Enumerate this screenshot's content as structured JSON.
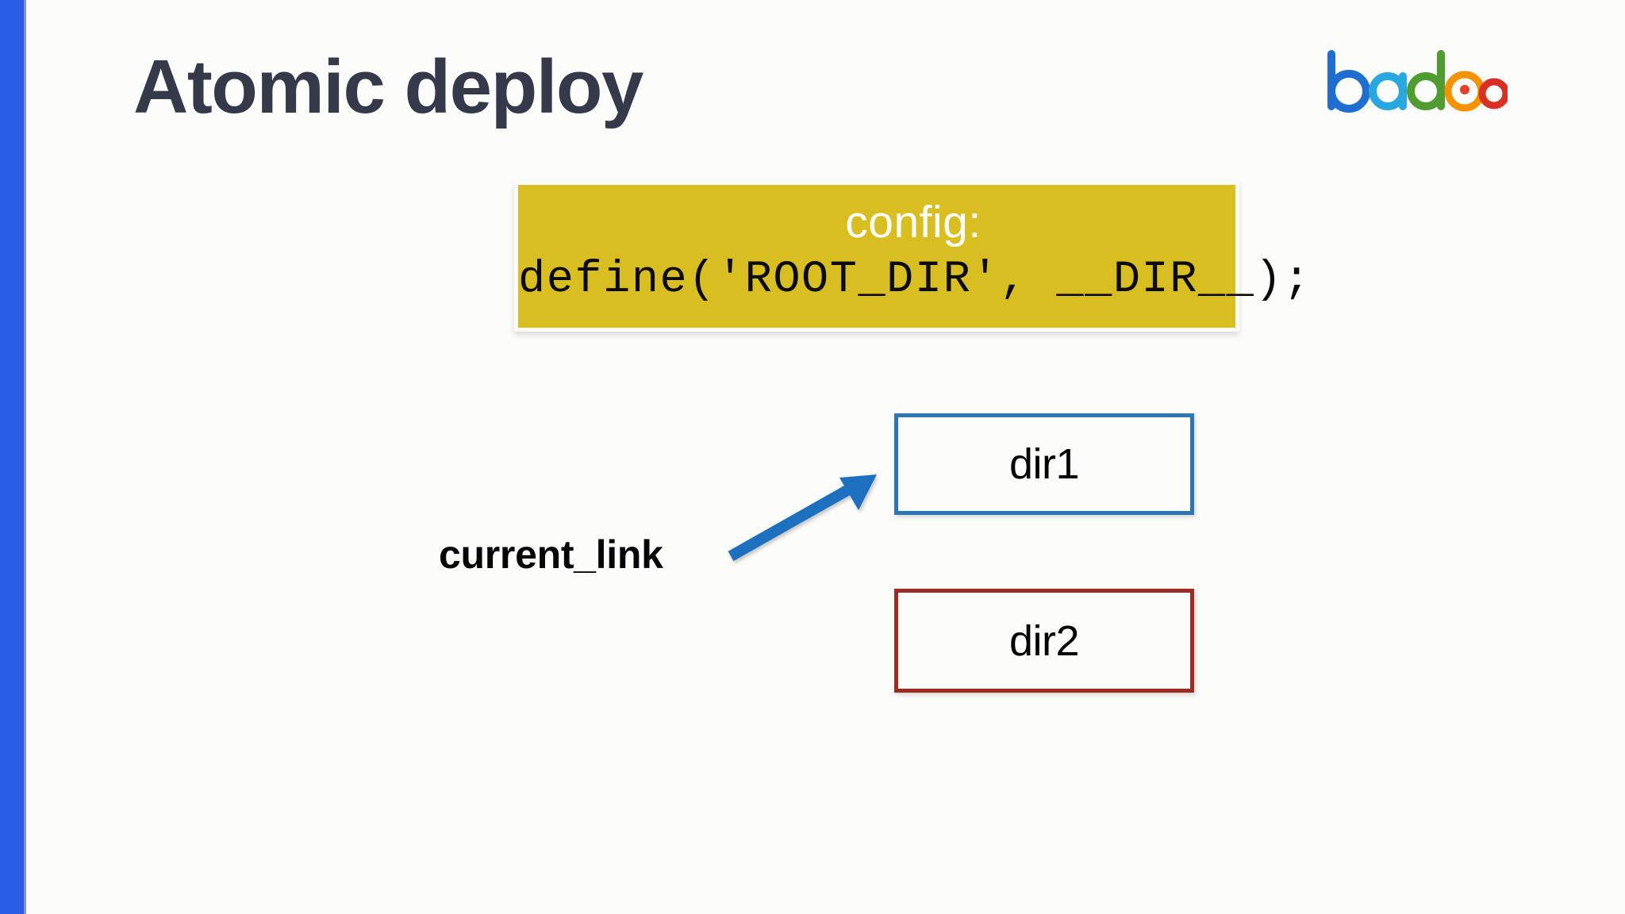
{
  "slide": {
    "title": "Atomic deploy",
    "background_color": "#fcfdfa",
    "accent_bar_color": "#2b5ce8",
    "title_color": "#343a4a"
  },
  "brand": {
    "name": "badoo",
    "logo_icon": "badoo-wordmark-logo",
    "letters": [
      {
        "char": "b",
        "color": "#1f6fd0"
      },
      {
        "char": "a",
        "color": "#29a8e0"
      },
      {
        "char": "d",
        "color": "#4f9d31"
      },
      {
        "char": "o",
        "color": "#f59200"
      },
      {
        "char": "o",
        "color": "#d93025"
      }
    ]
  },
  "config_card": {
    "heading": "config:",
    "code": "define('ROOT_DIR', __DIR__);",
    "background_color": "#d9be22",
    "heading_color": "#ffffff",
    "code_color": "#0b0b0b"
  },
  "diagram": {
    "boxes": [
      {
        "label": "dir1",
        "border_color": "#2e75b6",
        "state": "active"
      },
      {
        "label": "dir2",
        "border_color": "#9e2a24",
        "state": "inactive"
      }
    ],
    "annotation": {
      "label": "current_link",
      "label_color": "#070707",
      "arrow_color": "#1f6fbf",
      "arrow_points_to": "dir1"
    }
  }
}
